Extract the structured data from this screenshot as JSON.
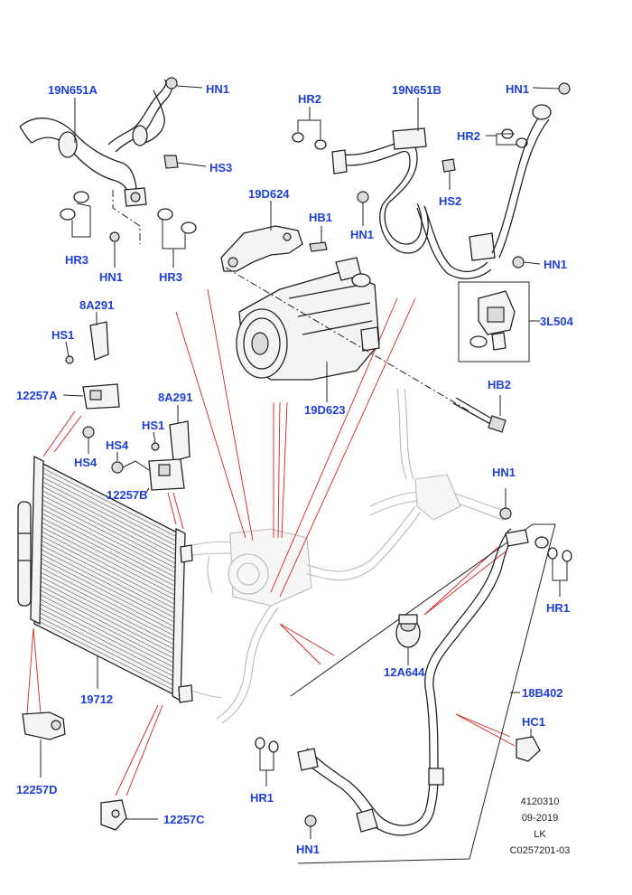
{
  "labels": {
    "p19N651A": "19N651A",
    "hn1_a": "HN1",
    "hs3": "HS3",
    "hr3_a": "HR3",
    "hn1_b": "HN1",
    "hr3_b": "HR3",
    "hr2_a": "HR2",
    "p19N651B": "19N651B",
    "hn1_c": "HN1",
    "hr2_b": "HR2",
    "hs2": "HS2",
    "p19D624": "19D624",
    "hb1": "HB1",
    "hn1_d": "HN1",
    "hn1_e": "HN1",
    "p3L504": "3L504",
    "p8A291_a": "8A291",
    "hs1_a": "HS1",
    "p12257A": "12257A",
    "hs4_a": "HS4",
    "p8A291_b": "8A291",
    "hs1_b": "HS1",
    "hs4_b": "HS4",
    "p12257B": "12257B",
    "p19D623": "19D623",
    "hb2": "HB2",
    "hn1_f": "HN1",
    "hr1_a": "HR1",
    "p12A644": "12A644",
    "p18B402": "18B402",
    "hc1": "HC1",
    "p19712": "19712",
    "p12257D": "12257D",
    "p12257C": "12257C",
    "hr1_b": "HR1",
    "hn1_g": "HN1"
  },
  "meta": {
    "line1": "4120310",
    "line2": "09-2019",
    "line3": "LK",
    "line4": "C0257201-03"
  },
  "colors": {
    "label_blue": "#1f3fd8",
    "leader_red": "#d42020",
    "line_black": "#222222",
    "ghost_grey": "#b8b8b8"
  }
}
